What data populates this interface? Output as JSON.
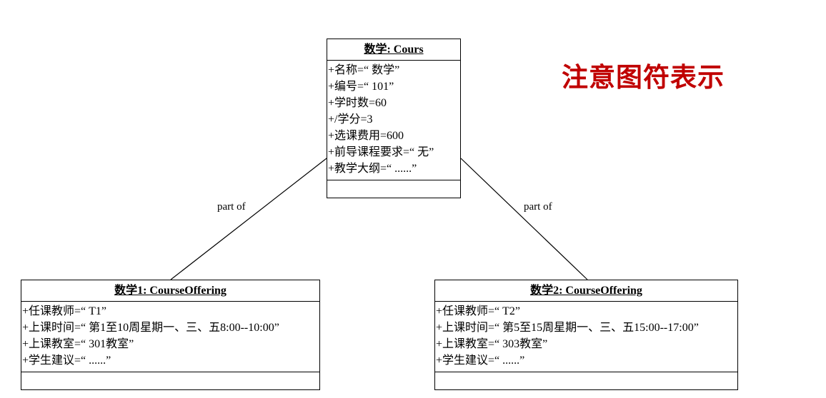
{
  "note": "注意图符表示",
  "associations": [
    {
      "label": "part of"
    },
    {
      "label": "part of"
    }
  ],
  "classes": {
    "course": {
      "title": "数学: Cours",
      "attributes": [
        "+名称=“ 数学”",
        "+编号=“ 101”",
        "+学时数=60",
        "+/学分=3",
        "+选课费用=600",
        "+前导课程要求=“ 无”",
        "+教学大纲=“ ......”"
      ]
    },
    "offering1": {
      "title": "数学1: CourseOffering",
      "attributes": [
        "+任课教师=“ T1”",
        "+上课时间=“ 第1至10周星期一、三、五8:00--10:00”",
        "+上课教室=“ 301教室”",
        "+学生建议=“ ......”"
      ]
    },
    "offering2": {
      "title": "数学2: CourseOffering",
      "attributes": [
        "+任课教师=“ T2”",
        "+上课时间=“ 第5至15周星期一、三、五15:00--17:00”",
        "+上课教室=“ 303教室”",
        "+学生建议=“ ......”"
      ]
    }
  }
}
